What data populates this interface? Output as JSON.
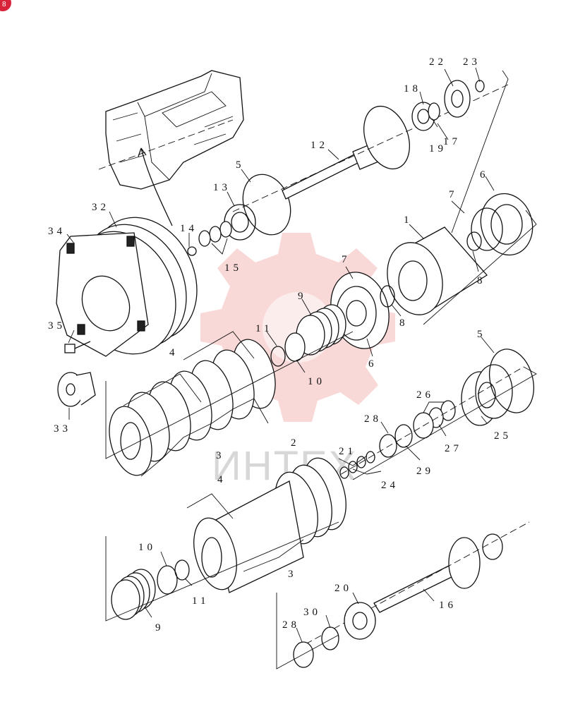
{
  "badge": "8",
  "watermark": "ИНТЕХ",
  "callouts": {
    "c1": "1",
    "c2": "2",
    "c3a": "3",
    "c3b": "3",
    "c4a": "4",
    "c4b": "4",
    "c5a": "5",
    "c5b": "5",
    "c6a": "6",
    "c6b": "6",
    "c7a": "7",
    "c7b": "7",
    "c8a": "8",
    "c8b": "8",
    "c9a": "9",
    "c9b": "9",
    "c10a": "10",
    "c10b": "10",
    "c11a": "11",
    "c11b": "11",
    "c12": "12",
    "c13": "13",
    "c14": "14",
    "c15": "15",
    "c16": "16",
    "c17": "17",
    "c18": "18",
    "c19": "19",
    "c20": "20",
    "c21": "21",
    "c22": "22",
    "c23": "23",
    "c24": "24",
    "c25": "25",
    "c26": "26",
    "c27": "27",
    "c28a": "28",
    "c28b": "28",
    "c29": "29",
    "c30": "30",
    "c32": "32",
    "c33": "33",
    "c34": "34",
    "c35": "35"
  }
}
